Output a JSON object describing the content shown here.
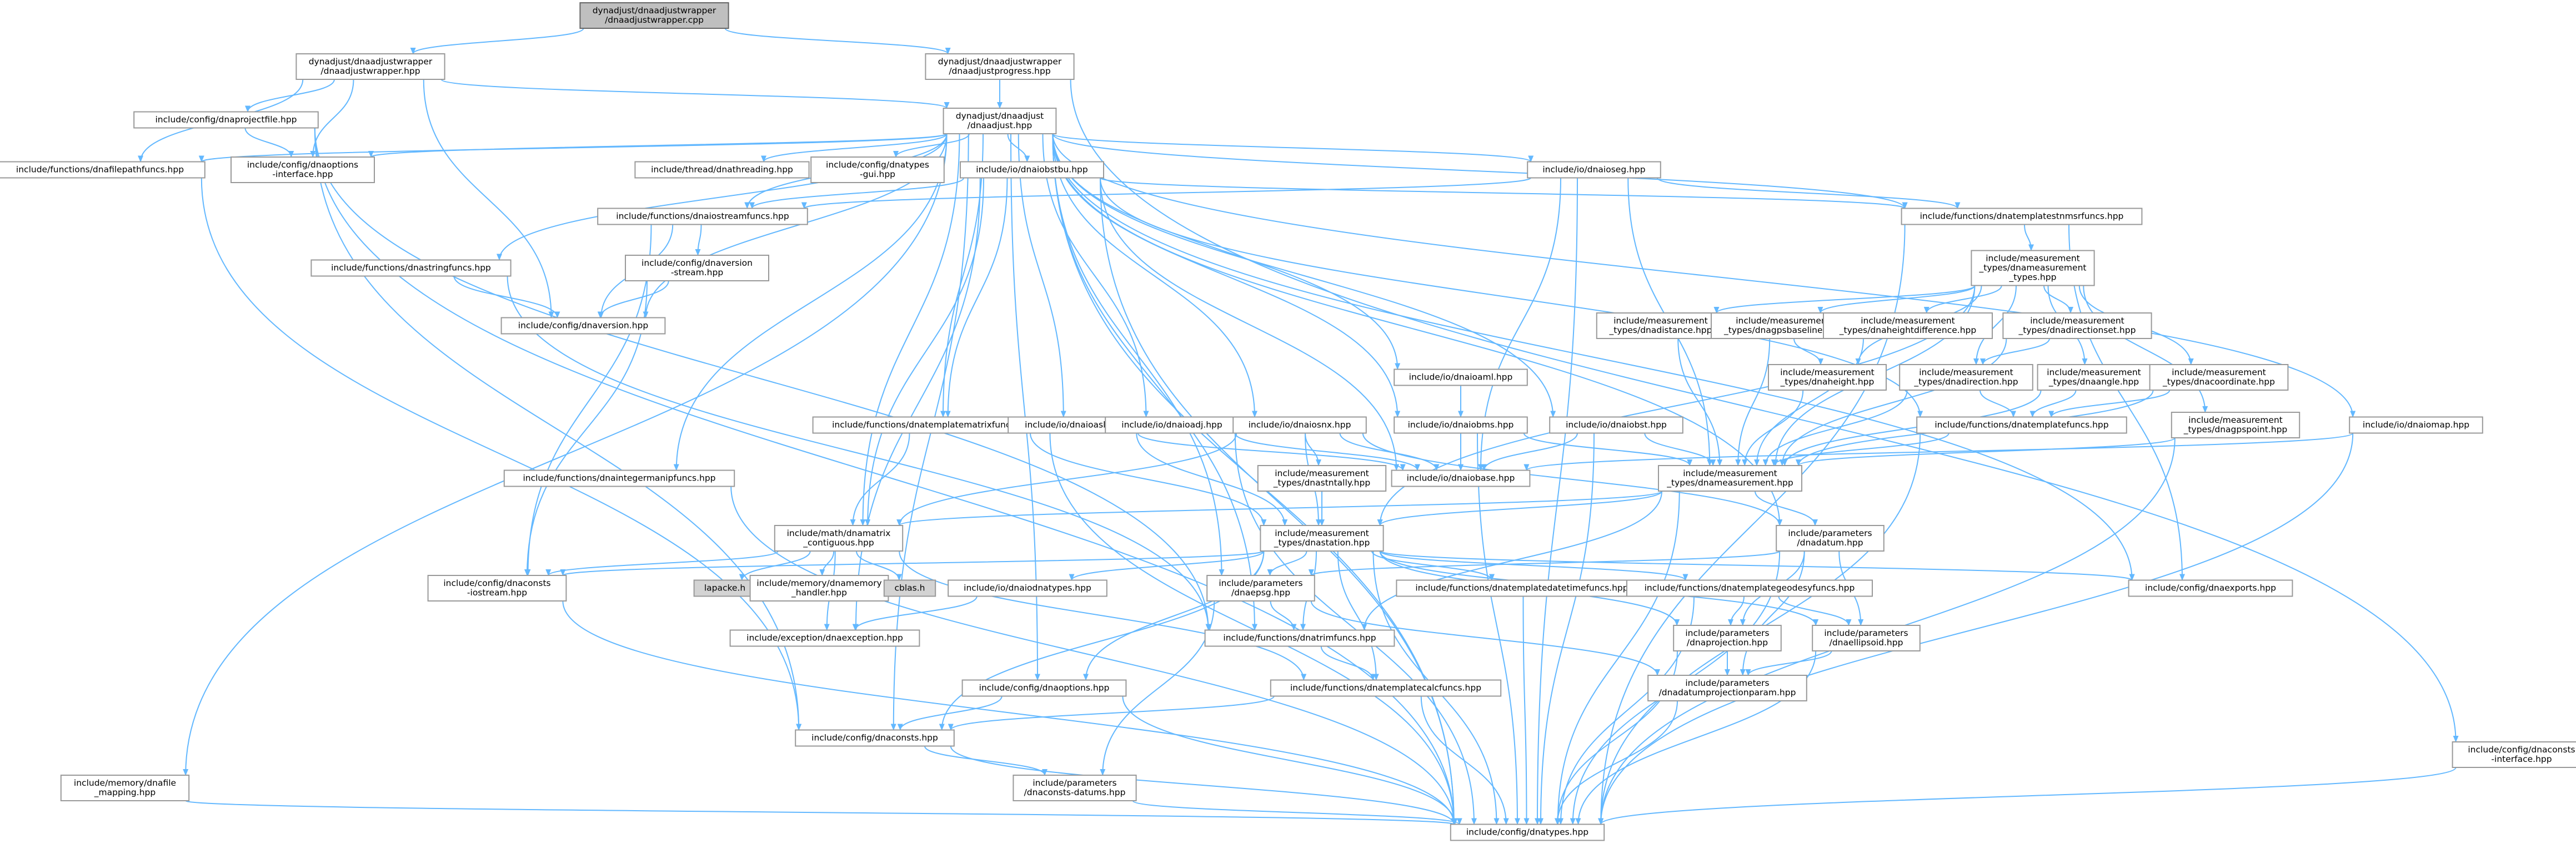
{
  "colors": {
    "edge": "#63b8ff",
    "node_border": "#999999",
    "root_fill": "#bfbfbf",
    "external_fill": "#d3d3d3",
    "text": "#000000"
  },
  "nodes": [
    {
      "id": "root",
      "lines": [
        "dynadjust/dnaadjustwrapper",
        "/dnaadjustwrapper.cpp"
      ],
      "kind": "root"
    },
    {
      "id": "wrap",
      "lines": [
        "dynadjust/dnaadjustwrapper",
        "/dnaadjustwrapper.hpp"
      ]
    },
    {
      "id": "prog",
      "lines": [
        "dynadjust/dnaadjustwrapper",
        "/dnaadjustprogress.hpp"
      ]
    },
    {
      "id": "dnaadjust",
      "lines": [
        "dynadjust/dnaadjust",
        "/dnaadjust.hpp"
      ]
    },
    {
      "id": "projfile",
      "lines": [
        "include/config/dnaprojectfile.hpp"
      ]
    },
    {
      "id": "filepath",
      "lines": [
        "include/functions/dnafilepathfuncs.hpp"
      ]
    },
    {
      "id": "optint",
      "lines": [
        "include/config/dnaoptions",
        "-interface.hpp"
      ]
    },
    {
      "id": "thread",
      "lines": [
        "include/thread/dnathreading.hpp"
      ]
    },
    {
      "id": "typesgui",
      "lines": [
        "include/config/dnatypes",
        "-gui.hpp"
      ]
    },
    {
      "id": "iobst",
      "lines": [
        "include/io/dnaiobstbu.hpp"
      ]
    },
    {
      "id": "ioseg",
      "lines": [
        "include/io/dnaioseg.hpp"
      ]
    },
    {
      "id": "tplstrm",
      "lines": [
        "include/functions/dnatemplatestnmsrfuncs.hpp"
      ]
    },
    {
      "id": "streamf",
      "lines": [
        "include/functions/dnaiostreamfuncs.hpp"
      ]
    },
    {
      "id": "strf",
      "lines": [
        "include/functions/dnastringfuncs.hpp"
      ]
    },
    {
      "id": "verstream",
      "lines": [
        "include/config/dnaversion",
        "-stream.hpp"
      ]
    },
    {
      "id": "version",
      "lines": [
        "include/config/dnaversion.hpp"
      ]
    },
    {
      "id": "meastypes",
      "lines": [
        "include/measurement",
        "_types/dnameasurement",
        "_types.hpp"
      ]
    },
    {
      "id": "mdist",
      "lines": [
        "include/measurement",
        "_types/dnadistance.hpp"
      ]
    },
    {
      "id": "mgps",
      "lines": [
        "include/measurement",
        "_types/dnagpsbaseline.hpp"
      ]
    },
    {
      "id": "mhdiff",
      "lines": [
        "include/measurement",
        "_types/dnaheightdifference.hpp"
      ]
    },
    {
      "id": "mdirset",
      "lines": [
        "include/measurement",
        "_types/dnadirectionset.hpp"
      ]
    },
    {
      "id": "mheight",
      "lines": [
        "include/measurement",
        "_types/dnaheight.hpp"
      ]
    },
    {
      "id": "mdir",
      "lines": [
        "include/measurement",
        "_types/dnadirection.hpp"
      ]
    },
    {
      "id": "mangle",
      "lines": [
        "include/measurement",
        "_types/dnaangle.hpp"
      ]
    },
    {
      "id": "mcoord",
      "lines": [
        "include/measurement",
        "_types/dnacoordinate.hpp"
      ]
    },
    {
      "id": "mgpspt",
      "lines": [
        "include/measurement",
        "_types/dnagpspoint.hpp"
      ]
    },
    {
      "id": "tplf",
      "lines": [
        "include/functions/dnatemplatefuncs.hpp"
      ]
    },
    {
      "id": "ioaml",
      "lines": [
        "include/io/dnaioaml.hpp"
      ]
    },
    {
      "id": "iobms",
      "lines": [
        "include/io/dnaiobms.hpp"
      ]
    },
    {
      "id": "iomap",
      "lines": [
        "include/io/dnaiomap.hpp"
      ]
    },
    {
      "id": "iobst2",
      "lines": [
        "include/io/dnaiobst.hpp"
      ]
    },
    {
      "id": "tplmat",
      "lines": [
        "include/functions/dnatemplatematrixfuncs.hpp"
      ]
    },
    {
      "id": "ioasl",
      "lines": [
        "include/io/dnaioasl.hpp"
      ]
    },
    {
      "id": "ioadj",
      "lines": [
        "include/io/dnaioadj.hpp"
      ]
    },
    {
      "id": "iosnx",
      "lines": [
        "include/io/dnaiosnx.hpp"
      ]
    },
    {
      "id": "iobase",
      "lines": [
        "include/io/dnaiobase.hpp"
      ]
    },
    {
      "id": "mmeas",
      "lines": [
        "include/measurement",
        "_types/dnameasurement.hpp"
      ]
    },
    {
      "id": "integer",
      "lines": [
        "include/functions/dnaintegermanipfuncs.hpp"
      ]
    },
    {
      "id": "tally",
      "lines": [
        "include/measurement",
        "_types/dnastntally.hpp"
      ]
    },
    {
      "id": "matrix",
      "lines": [
        "include/math/dnamatrix",
        "_contiguous.hpp"
      ]
    },
    {
      "id": "station",
      "lines": [
        "include/measurement",
        "_types/dnastation.hpp"
      ]
    },
    {
      "id": "datum",
      "lines": [
        "include/parameters",
        "/dnadatum.hpp"
      ]
    },
    {
      "id": "consts_os",
      "lines": [
        "include/config/dnaconsts",
        "-iostream.hpp"
      ]
    },
    {
      "id": "lapacke",
      "lines": [
        "lapacke.h"
      ],
      "kind": "ext"
    },
    {
      "id": "memhandler",
      "lines": [
        "include/memory/dnamemory",
        "_handler.hpp"
      ]
    },
    {
      "id": "cblas",
      "lines": [
        "cblas.h"
      ],
      "kind": "ext"
    },
    {
      "id": "iodnatypes",
      "lines": [
        "include/io/dnaiodnatypes.hpp"
      ]
    },
    {
      "id": "epsg",
      "lines": [
        "include/parameters",
        "/dnaepsg.hpp"
      ]
    },
    {
      "id": "tpldt",
      "lines": [
        "include/functions/dnatemplatedatetimefuncs.hpp"
      ]
    },
    {
      "id": "tplgeo",
      "lines": [
        "include/functions/dnatemplategeodesyfuncs.hpp"
      ]
    },
    {
      "id": "exports",
      "lines": [
        "include/config/dnaexports.hpp"
      ]
    },
    {
      "id": "exception",
      "lines": [
        "include/exception/dnaexception.hpp"
      ]
    },
    {
      "id": "trim",
      "lines": [
        "include/functions/dnatrimfuncs.hpp"
      ]
    },
    {
      "id": "proj",
      "lines": [
        "include/parameters",
        "/dnaprojection.hpp"
      ]
    },
    {
      "id": "ellip",
      "lines": [
        "include/parameters",
        "/dnaellipsoid.hpp"
      ]
    },
    {
      "id": "options",
      "lines": [
        "include/config/dnaoptions.hpp"
      ]
    },
    {
      "id": "tplcalc",
      "lines": [
        "include/functions/dnatemplatecalcfuncs.hpp"
      ]
    },
    {
      "id": "dtparam",
      "lines": [
        "include/parameters",
        "/dnadatumprojectionparam.hpp"
      ]
    },
    {
      "id": "consts",
      "lines": [
        "include/config/dnaconsts.hpp"
      ]
    },
    {
      "id": "fmap",
      "lines": [
        "include/memory/dnafile",
        "_mapping.hpp"
      ]
    },
    {
      "id": "cdatums",
      "lines": [
        "include/parameters",
        "/dnaconsts-datums.hpp"
      ]
    },
    {
      "id": "constsint",
      "lines": [
        "include/config/dnaconsts",
        "-interface.hpp"
      ]
    },
    {
      "id": "types",
      "lines": [
        "include/config/dnatypes.hpp"
      ]
    }
  ],
  "edges": [
    [
      "root",
      "wrap"
    ],
    [
      "root",
      "prog"
    ],
    [
      "wrap",
      "dnaadjust"
    ],
    [
      "wrap",
      "projfile"
    ],
    [
      "wrap",
      "filepath"
    ],
    [
      "wrap",
      "optint"
    ],
    [
      "wrap",
      "version"
    ],
    [
      "prog",
      "dnaadjust"
    ],
    [
      "prog",
      "constsint"
    ],
    [
      "projfile",
      "optint"
    ],
    [
      "projfile",
      "trim"
    ],
    [
      "projfile",
      "consts"
    ],
    [
      "projfile",
      "types"
    ],
    [
      "dnaadjust",
      "filepath"
    ],
    [
      "dnaadjust",
      "optint"
    ],
    [
      "dnaadjust",
      "thread"
    ],
    [
      "dnaadjust",
      "typesgui"
    ],
    [
      "dnaadjust",
      "iobst"
    ],
    [
      "dnaadjust",
      "ioseg"
    ],
    [
      "dnaadjust",
      "tplstrm"
    ],
    [
      "dnaadjust",
      "streamf"
    ],
    [
      "dnaadjust",
      "strf"
    ],
    [
      "dnaadjust",
      "version"
    ],
    [
      "dnaadjust",
      "tplmat"
    ],
    [
      "dnaadjust",
      "ioasl"
    ],
    [
      "dnaadjust",
      "ioadj"
    ],
    [
      "dnaadjust",
      "iosnx"
    ],
    [
      "dnaadjust",
      "ioaml"
    ],
    [
      "dnaadjust",
      "iobms"
    ],
    [
      "dnaadjust",
      "iomap"
    ],
    [
      "dnaadjust",
      "iobst2"
    ],
    [
      "dnaadjust",
      "integer"
    ],
    [
      "dnaadjust",
      "matrix"
    ],
    [
      "dnaadjust",
      "datum"
    ],
    [
      "dnaadjust",
      "exports"
    ],
    [
      "dnaadjust",
      "trim"
    ],
    [
      "dnaadjust",
      "options"
    ],
    [
      "dnaadjust",
      "consts"
    ],
    [
      "dnaadjust",
      "fmap"
    ],
    [
      "dnaadjust",
      "types"
    ],
    [
      "dnaadjust",
      "epsg"
    ],
    [
      "filepath",
      "consts"
    ],
    [
      "iobst",
      "streamf"
    ],
    [
      "iobst",
      "tplstrm"
    ],
    [
      "iobst",
      "tplmat"
    ],
    [
      "iobst",
      "iobase"
    ],
    [
      "iobst",
      "tplf"
    ],
    [
      "iobst",
      "exception"
    ],
    [
      "iobst",
      "types"
    ],
    [
      "iobst",
      "matrix"
    ],
    [
      "ioseg",
      "streamf"
    ],
    [
      "ioseg",
      "tplstrm"
    ],
    [
      "ioseg",
      "iobase"
    ],
    [
      "ioseg",
      "mmeas"
    ],
    [
      "ioseg",
      "types"
    ],
    [
      "tplstrm",
      "meastypes"
    ],
    [
      "tplstrm",
      "exports"
    ],
    [
      "tplstrm",
      "types"
    ],
    [
      "streamf",
      "verstream"
    ],
    [
      "streamf",
      "version"
    ],
    [
      "streamf",
      "consts_os"
    ],
    [
      "strf",
      "version"
    ],
    [
      "strf",
      "trim"
    ],
    [
      "verstream",
      "version"
    ],
    [
      "verstream",
      "consts_os"
    ],
    [
      "meastypes",
      "mdist"
    ],
    [
      "meastypes",
      "mgps"
    ],
    [
      "meastypes",
      "mhdiff"
    ],
    [
      "meastypes",
      "mdirset"
    ],
    [
      "meastypes",
      "mheight"
    ],
    [
      "meastypes",
      "mdir"
    ],
    [
      "meastypes",
      "mangle"
    ],
    [
      "meastypes",
      "mcoord"
    ],
    [
      "meastypes",
      "mgpspt"
    ],
    [
      "meastypes",
      "mmeas"
    ],
    [
      "meastypes",
      "station"
    ],
    [
      "mdist",
      "mmeas"
    ],
    [
      "mgps",
      "mmeas"
    ],
    [
      "mgps",
      "mheight"
    ],
    [
      "mhdiff",
      "mmeas"
    ],
    [
      "mdirset",
      "mdir"
    ],
    [
      "mdirset",
      "mmeas"
    ],
    [
      "mheight",
      "mmeas"
    ],
    [
      "mdir",
      "mmeas"
    ],
    [
      "mdir",
      "tplf"
    ],
    [
      "mangle",
      "mmeas"
    ],
    [
      "mangle",
      "tplf"
    ],
    [
      "mcoord",
      "mmeas"
    ],
    [
      "mcoord",
      "tplf"
    ],
    [
      "mgpspt",
      "mmeas"
    ],
    [
      "mgpspt",
      "types"
    ],
    [
      "tplf",
      "mmeas"
    ],
    [
      "tplf",
      "types"
    ],
    [
      "ioaml",
      "iobms"
    ],
    [
      "ioaml",
      "iobase"
    ],
    [
      "iobms",
      "iobase"
    ],
    [
      "iobms",
      "mmeas"
    ],
    [
      "iobms",
      "types"
    ],
    [
      "iomap",
      "iobase"
    ],
    [
      "iomap",
      "types"
    ],
    [
      "iobst2",
      "iobase"
    ],
    [
      "iobst2",
      "mmeas"
    ],
    [
      "iobst2",
      "types"
    ],
    [
      "tplmat",
      "matrix"
    ],
    [
      "tplmat",
      "station"
    ],
    [
      "tplmat",
      "types"
    ],
    [
      "ioasl",
      "iobase"
    ],
    [
      "ioasl",
      "station"
    ],
    [
      "ioadj",
      "iobase"
    ],
    [
      "ioadj",
      "types"
    ],
    [
      "iosnx",
      "iobase"
    ],
    [
      "iosnx",
      "tally"
    ],
    [
      "iosnx",
      "station"
    ],
    [
      "iosnx",
      "datum"
    ],
    [
      "iosnx",
      "matrix"
    ],
    [
      "mmeas",
      "station"
    ],
    [
      "mmeas",
      "datum"
    ],
    [
      "mmeas",
      "matrix"
    ],
    [
      "mmeas",
      "types"
    ],
    [
      "mmeas",
      "trim"
    ],
    [
      "integer",
      "types"
    ],
    [
      "tally",
      "station"
    ],
    [
      "matrix",
      "lapacke"
    ],
    [
      "matrix",
      "memhandler"
    ],
    [
      "matrix",
      "cblas"
    ],
    [
      "matrix",
      "consts_os"
    ],
    [
      "matrix",
      "exception"
    ],
    [
      "matrix",
      "tplcalc"
    ],
    [
      "station",
      "consts_os"
    ],
    [
      "station",
      "iodnatypes"
    ],
    [
      "station",
      "epsg"
    ],
    [
      "station",
      "tpldt"
    ],
    [
      "station",
      "tplgeo"
    ],
    [
      "station",
      "exports"
    ],
    [
      "station",
      "trim"
    ],
    [
      "station",
      "proj"
    ],
    [
      "station",
      "ellip"
    ],
    [
      "station",
      "options"
    ],
    [
      "station",
      "tplcalc"
    ],
    [
      "station",
      "types"
    ],
    [
      "station",
      "consts"
    ],
    [
      "datum",
      "epsg"
    ],
    [
      "datum",
      "ellip"
    ],
    [
      "datum",
      "proj"
    ],
    [
      "datum",
      "dtparam"
    ],
    [
      "datum",
      "types"
    ],
    [
      "consts_os",
      "types"
    ],
    [
      "iodnatypes",
      "exception"
    ],
    [
      "epsg",
      "cdatums"
    ],
    [
      "epsg",
      "dtparam"
    ],
    [
      "epsg",
      "trim"
    ],
    [
      "tpldt",
      "types"
    ],
    [
      "tplgeo",
      "proj"
    ],
    [
      "tplgeo",
      "ellip"
    ],
    [
      "tplgeo",
      "types"
    ],
    [
      "trim",
      "tplcalc"
    ],
    [
      "proj",
      "dtparam"
    ],
    [
      "proj",
      "types"
    ],
    [
      "ellip",
      "dtparam"
    ],
    [
      "ellip",
      "types"
    ],
    [
      "options",
      "consts"
    ],
    [
      "options",
      "types"
    ],
    [
      "tplcalc",
      "consts"
    ],
    [
      "tplcalc",
      "types"
    ],
    [
      "dtparam",
      "types"
    ],
    [
      "consts",
      "cdatums"
    ],
    [
      "consts",
      "types"
    ],
    [
      "fmap",
      "types"
    ],
    [
      "cdatums",
      "types"
    ],
    [
      "constsint",
      "types"
    ]
  ]
}
